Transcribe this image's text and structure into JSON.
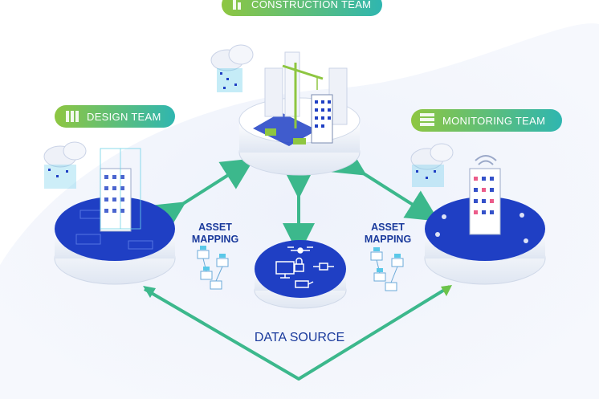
{
  "teams": {
    "construction": {
      "label": "CONSTRUCTION TEAM",
      "icon": "crane-icon"
    },
    "design": {
      "label": "DESIGN TEAM",
      "icon": "blueprint-icon"
    },
    "monitoring": {
      "label": "MONITORING TEAM",
      "icon": "server-icon"
    }
  },
  "asset_mapping_left": {
    "line1": "ASSET",
    "line2": "MAPPING"
  },
  "asset_mapping_right": {
    "line1": "ASSET",
    "line2": "MAPPING"
  },
  "data_source": {
    "label": "DATA SOURCE"
  },
  "colors": {
    "primary_blue": "#1f3fc4",
    "label_blue": "#1a3a9c",
    "arrow_green": "#3cb88c",
    "pill_start": "#8ec641",
    "pill_end": "#2fb6b0"
  },
  "icons": [
    "cloud-icon",
    "drone-icon",
    "monitor-icon",
    "lock-icon",
    "camera-icon",
    "satellite-icon",
    "network-icon",
    "building-icon"
  ]
}
